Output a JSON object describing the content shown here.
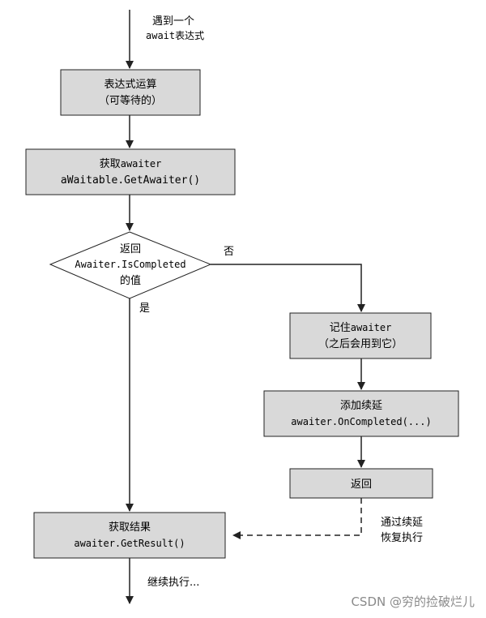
{
  "colors": {
    "box_fill": "#d9d9d9",
    "stroke": "#222222",
    "watermark": "#8a8a8a"
  },
  "start_label": {
    "line1": "遇到一个",
    "line2": "await表达式"
  },
  "box_eval": {
    "line1": "表达式运算",
    "line2": "（可等待的）"
  },
  "box_getawaiter": {
    "line1_cn": "获取",
    "line1_code": "awaiter",
    "line2": "aWaitable.GetAwaiter()"
  },
  "decision": {
    "line1": "返回",
    "line2": "Awaiter.IsCompleted",
    "line3": "的值"
  },
  "branch_no": "否",
  "branch_yes": "是",
  "box_remember": {
    "line1_cn": "记住",
    "line1_code": "awaiter",
    "line2": "（之后会用到它）"
  },
  "box_continuation": {
    "line1": "添加续延",
    "line2": "awaiter.OnCompleted(...)"
  },
  "box_return": {
    "line1": "返回"
  },
  "resume_label": {
    "line1": "通过续延",
    "line2": "恢复执行"
  },
  "box_getresult": {
    "line1": "获取结果",
    "line2": "awaiter.GetResult()"
  },
  "end_label": "继续执行...",
  "watermark": "CSDN @穷的捡破烂儿"
}
